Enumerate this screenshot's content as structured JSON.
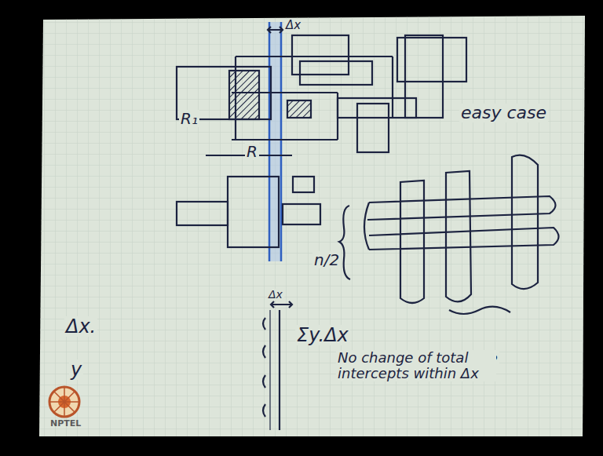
{
  "diagram": {
    "labels": [
      "Δx",
      "R₁",
      "R",
      "easy case",
      "n/2",
      "n/2",
      "Δx",
      "Δx.",
      "y",
      "Σy.Δx",
      "No change of total intercepts within Δx",
      "NPTEL"
    ]
  }
}
